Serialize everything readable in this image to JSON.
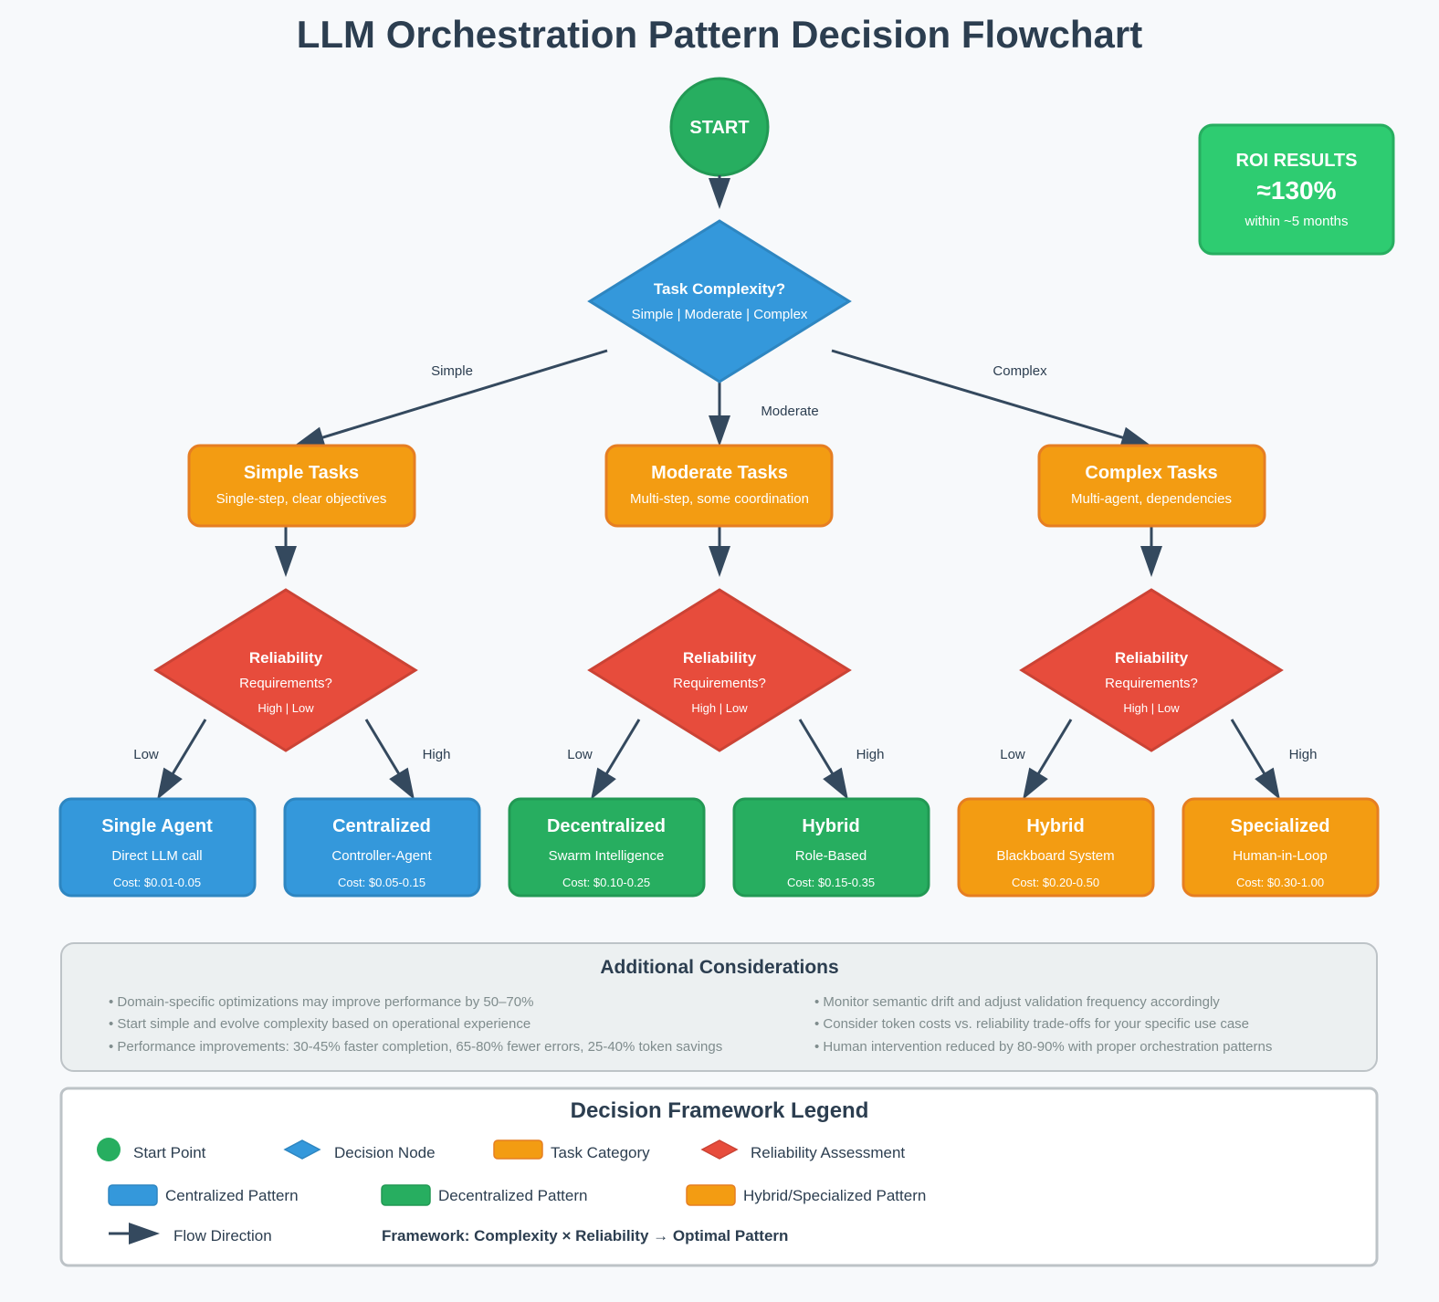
{
  "title": "LLM Orchestration Pattern Decision Flowchart",
  "start": {
    "label": "START"
  },
  "roi": {
    "title": "ROI RESULTS",
    "value": "≈130%",
    "subtitle": "within ~5 months"
  },
  "complexity_decision": {
    "title": "Task Complexity?",
    "subtitle": "Simple | Moderate | Complex"
  },
  "branch_labels": {
    "simple": "Simple",
    "moderate": "Moderate",
    "complex": "Complex"
  },
  "task_categories": [
    {
      "title": "Simple Tasks",
      "subtitle": "Single-step, clear objectives"
    },
    {
      "title": "Moderate Tasks",
      "subtitle": "Multi-step, some coordination"
    },
    {
      "title": "Complex Tasks",
      "subtitle": "Multi-agent, dependencies"
    }
  ],
  "reliability_decision": {
    "line1": "Reliability",
    "line2": "Requirements?",
    "line3": "High | Low"
  },
  "reliability_labels": {
    "low": "Low",
    "high": "High"
  },
  "patterns": [
    {
      "title": "Single Agent",
      "subtitle": "Direct LLM call",
      "cost": "Cost: $0.01-0.05",
      "category": "centralized"
    },
    {
      "title": "Centralized",
      "subtitle": "Controller-Agent",
      "cost": "Cost: $0.05-0.15",
      "category": "centralized"
    },
    {
      "title": "Decentralized",
      "subtitle": "Swarm Intelligence",
      "cost": "Cost: $0.10-0.25",
      "category": "decentralized"
    },
    {
      "title": "Hybrid",
      "subtitle": "Role-Based",
      "cost": "Cost: $0.15-0.35",
      "category": "decentralized"
    },
    {
      "title": "Hybrid",
      "subtitle": "Blackboard System",
      "cost": "Cost: $0.20-0.50",
      "category": "hybrid"
    },
    {
      "title": "Specialized",
      "subtitle": "Human-in-Loop",
      "cost": "Cost: $0.30-1.00",
      "category": "hybrid"
    }
  ],
  "considerations": {
    "title": "Additional Considerations",
    "left": [
      "• Domain-specific optimizations may improve performance by 50–70%",
      "• Start simple and evolve complexity based on operational experience",
      "• Performance improvements: 30-45% faster completion, 65-80% fewer errors, 25-40% token savings"
    ],
    "right": [
      "• Monitor semantic drift and adjust validation frequency accordingly",
      "• Consider token costs vs. reliability trade-offs for your specific use case",
      "• Human intervention reduced by 80-90% with proper orchestration patterns"
    ]
  },
  "legend": {
    "title": "Decision Framework Legend",
    "start_point": "Start Point",
    "decision_node": "Decision Node",
    "task_category": "Task Category",
    "reliability_assessment": "Reliability Assessment",
    "centralized": "Centralized Pattern",
    "decentralized": "Decentralized Pattern",
    "hybrid": "Hybrid/Specialized Pattern",
    "flow_direction": "Flow Direction",
    "framework": "Framework: Complexity × Reliability → Optimal Pattern"
  },
  "colors": {
    "title_text": "#2c3e50",
    "start": "#27ae60",
    "roi": "#2ecc71",
    "decision_blue": "#3498db",
    "task_orange": "#f39c12",
    "reliability_red": "#e74c3c",
    "centralized_blue": "#3498db",
    "decentralized_green": "#27ae60",
    "hybrid_orange": "#f39c12",
    "arrow": "#34495e",
    "considerations_bg": "#ecf0f1",
    "considerations_text": "#7f8c8d"
  }
}
